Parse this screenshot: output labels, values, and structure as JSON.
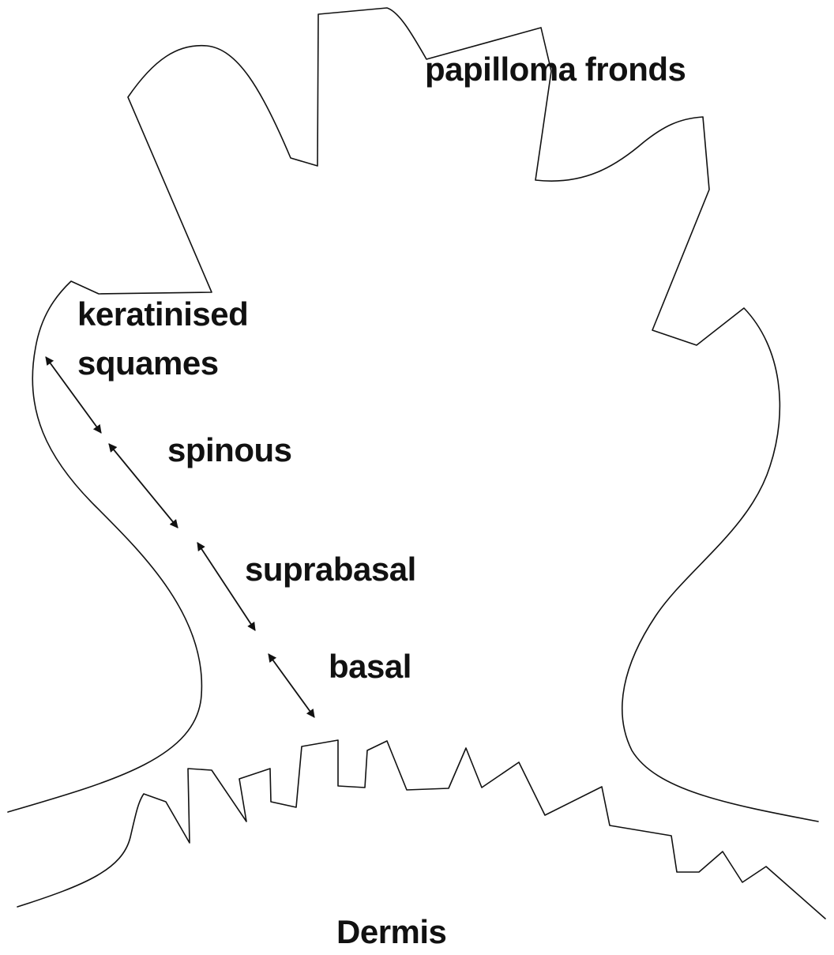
{
  "diagram": {
    "labels": {
      "papilloma_fronds": "papilloma fronds",
      "keratinised": "keratinised",
      "squames": "squames",
      "spinous": "spinous",
      "suprabasal": "suprabasal",
      "basal": "basal",
      "dermis": "Dermis"
    },
    "colors": {
      "line": "#111111",
      "background": "#ffffff"
    }
  }
}
